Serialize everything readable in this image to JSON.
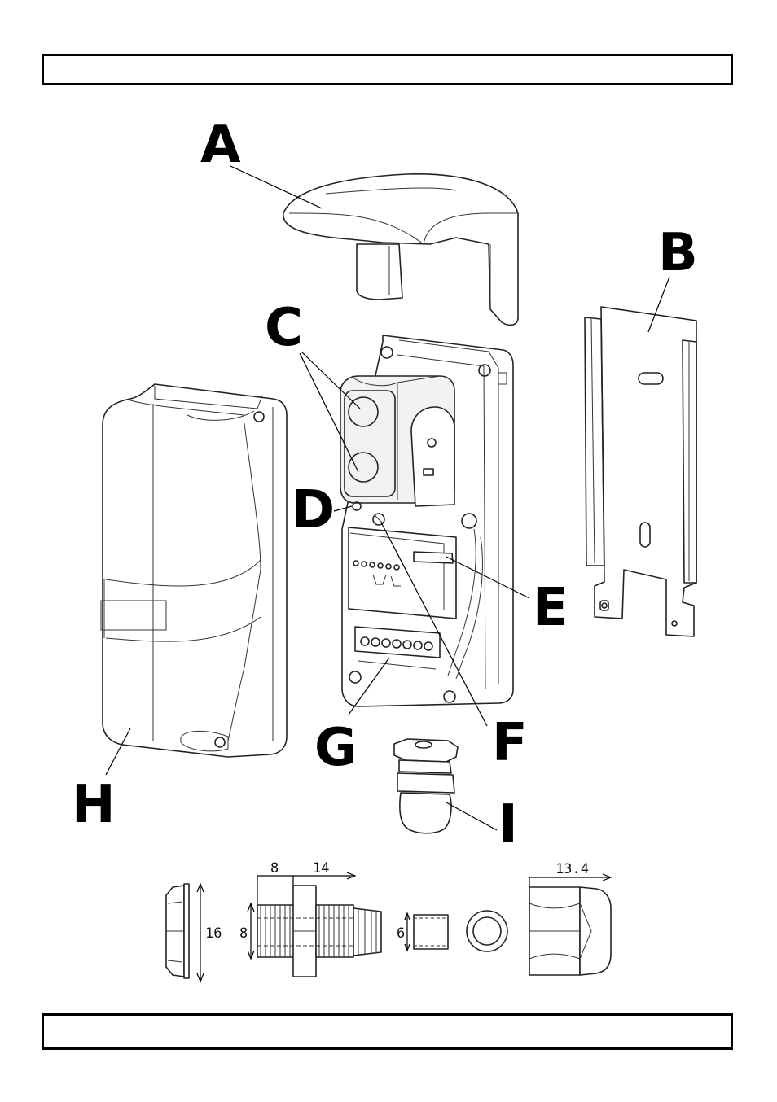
{
  "header": {
    "text": ""
  },
  "footer": {
    "text": ""
  },
  "callouts": {
    "A": "A",
    "B": "B",
    "C": "C",
    "D": "D",
    "E": "E",
    "F": "F",
    "G": "G",
    "H": "H",
    "I": "I"
  },
  "dimensions": {
    "cap_height": "16",
    "body_left_width": "8",
    "body_right_width": "14",
    "thread_diameter": "8",
    "seal_height": "6",
    "nut_width": "13.4"
  },
  "colors": {
    "line": "#222222",
    "background": "#ffffff"
  }
}
